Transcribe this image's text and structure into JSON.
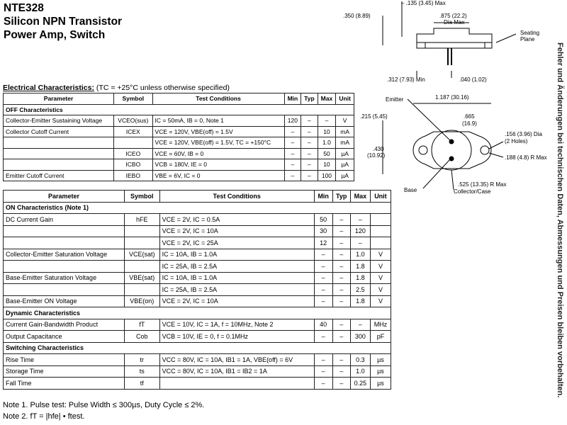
{
  "header": {
    "part_number": "NTE328",
    "line1": "Silicon NPN Transistor",
    "line2": "Power Amp, Switch"
  },
  "sidebar_note": "Fehler und Änderungen bei technischen Daten, Abmessungen und Preisen bleiben vorbehalten.",
  "elec_char": {
    "title": "Electrical Characteristics:",
    "condition": "(TC = +25°C unless otherwise specified)"
  },
  "columns": [
    "Parameter",
    "Symbol",
    "Test Conditions",
    "Min",
    "Typ",
    "Max",
    "Unit"
  ],
  "table1": {
    "section": "OFF Characteristics",
    "rows": [
      [
        "Collector-Emitter Sustaining Voltage",
        "VCEO(sus)",
        "IC = 50mA, IB = 0, Note 1",
        "120",
        "–",
        "–",
        "V"
      ],
      [
        "Collector Cutoff Current",
        "ICEX",
        "VCE = 120V, VBE(off) = 1.5V",
        "–",
        "–",
        "10",
        "mA"
      ],
      [
        "",
        "",
        "VCE = 120V, VBE(off) = 1.5V, TC = +150°C",
        "–",
        "–",
        "1.0",
        "mA"
      ],
      [
        "",
        "ICEO",
        "VCE = 60V, IB = 0",
        "–",
        "–",
        "50",
        "µA"
      ],
      [
        "",
        "ICBO",
        "VCB = 180V, IE = 0",
        "–",
        "–",
        "10",
        "µA"
      ],
      [
        "Emitter Cutoff Current",
        "IEBO",
        "VBE = 6V, IC = 0",
        "–",
        "–",
        "100",
        "µA"
      ]
    ]
  },
  "table2": {
    "sections": [
      {
        "title": "ON Characteristics (Note 1)",
        "rows": [
          [
            "DC Current Gain",
            "hFE",
            "VCE = 2V, IC = 0.5A",
            "50",
            "–",
            "–",
            ""
          ],
          [
            "",
            "",
            "VCE = 2V, IC = 10A",
            "30",
            "–",
            "120",
            ""
          ],
          [
            "",
            "",
            "VCE = 2V, IC = 25A",
            "12",
            "–",
            "–",
            ""
          ],
          [
            "Collector-Emitter Saturation Voltage",
            "VCE(sat)",
            "IC = 10A, IB = 1.0A",
            "–",
            "–",
            "1.0",
            "V"
          ],
          [
            "",
            "",
            "IC = 25A, IB = 2.5A",
            "–",
            "–",
            "1.8",
            "V"
          ],
          [
            "Base-Emitter Saturation Voltage",
            "VBE(sat)",
            "IC = 10A, IB = 1.0A",
            "–",
            "–",
            "1.8",
            "V"
          ],
          [
            "",
            "",
            "IC = 25A, IB = 2.5A",
            "–",
            "–",
            "2.5",
            "V"
          ],
          [
            "Base-Emitter ON Voltage",
            "VBE(on)",
            "VCE = 2V, IC = 10A",
            "–",
            "–",
            "1.8",
            "V"
          ]
        ]
      },
      {
        "title": "Dynamic Characteristics",
        "rows": [
          [
            "Current Gain-Bandwidth Product",
            "fT",
            "VCE = 10V, IC = 1A, f = 10MHz, Note 2",
            "40",
            "–",
            "–",
            "MHz"
          ],
          [
            "Output Capacitance",
            "Cob",
            "VCB = 10V, IE = 0, f = 0.1MHz",
            "–",
            "–",
            "300",
            "pF"
          ]
        ]
      },
      {
        "title": "Switching Characteristics",
        "rows": [
          [
            "Rise Time",
            "tr",
            "VCC = 80V, IC = 10A, IB1 = 1A, VBE(off) = 6V",
            "–",
            "–",
            "0.3",
            "µs"
          ],
          [
            "Storage Time",
            "ts",
            "VCC = 80V, IC = 10A, IB1 = IB2 = 1A",
            "–",
            "–",
            "1.0",
            "µs"
          ],
          [
            "Fall Time",
            "tf",
            "",
            "–",
            "–",
            "0.25",
            "µs"
          ]
        ]
      }
    ]
  },
  "notes": {
    "note1": "Note 1. Pulse test: Pulse Width ≤ 300µs, Duty Cycle ≤ 2%.",
    "note2": "Note 2. fT = |hfe| • ftest."
  },
  "diagram": {
    "d135": "– .135 (3.45) Max",
    "d350": ".350 (8.89)",
    "d875": ".875 (22.2)",
    "d875b": "Dia Max",
    "seating": "Seating",
    "plane": "Plane",
    "d312": ".312 (7.93) Min",
    "d040": ".040 (1.02)",
    "emitter": "Emitter",
    "d1187": "1.187 (30.16)",
    "d215": ".215 (5.45)",
    "d665": ".665",
    "d169": "(16.9)",
    "d156": ".156 (3.96) Dia",
    "d2holes": "(2 Holes)",
    "d430": ".430",
    "d1092": "(10.92)",
    "d188": ".188 (4.8) R Max",
    "d525": ".525 (13.35) R Max",
    "base": "Base",
    "collector": "Collector/Case"
  }
}
